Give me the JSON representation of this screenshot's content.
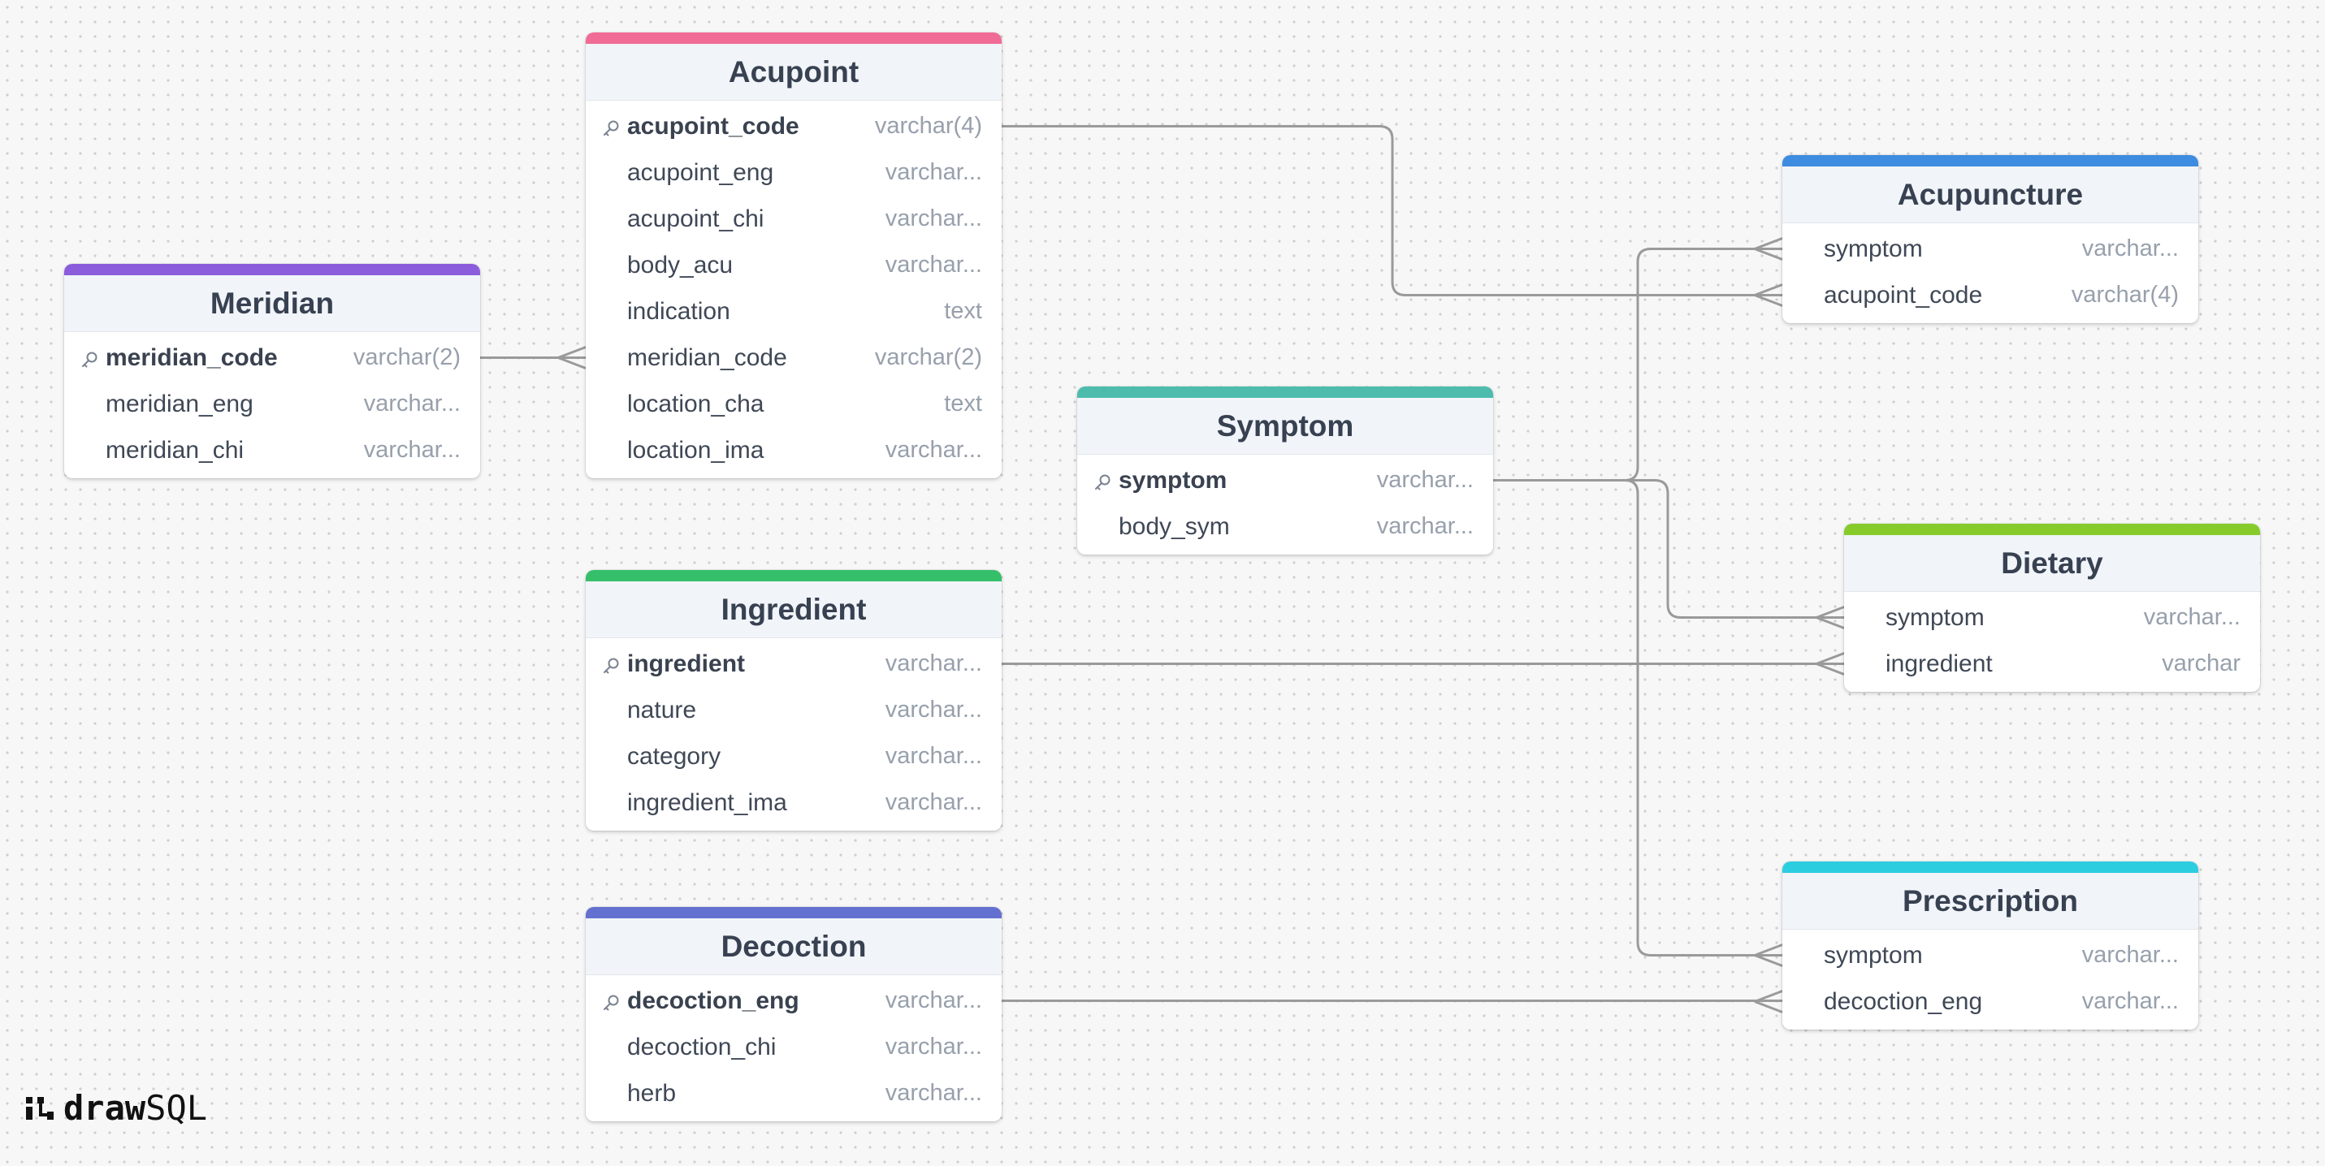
{
  "brand": {
    "name_bold": "draw",
    "name_light": "SQL"
  },
  "tables": {
    "meridian": {
      "title": "Meridian",
      "color": "#8b5cdc",
      "columns": [
        {
          "name": "meridian_code",
          "type": "varchar(2)",
          "pk": true
        },
        {
          "name": "meridian_eng",
          "type": "varchar...",
          "pk": false
        },
        {
          "name": "meridian_chi",
          "type": "varchar...",
          "pk": false
        }
      ]
    },
    "acupoint": {
      "title": "Acupoint",
      "color": "#f06b95",
      "columns": [
        {
          "name": "acupoint_code",
          "type": "varchar(4)",
          "pk": true
        },
        {
          "name": "acupoint_eng",
          "type": "varchar...",
          "pk": false
        },
        {
          "name": "acupoint_chi",
          "type": "varchar...",
          "pk": false
        },
        {
          "name": "body_acu",
          "type": "varchar...",
          "pk": false
        },
        {
          "name": "indication",
          "type": "text",
          "pk": false
        },
        {
          "name": "meridian_code",
          "type": "varchar(2)",
          "pk": false
        },
        {
          "name": "location_cha",
          "type": "text",
          "pk": false
        },
        {
          "name": "location_ima",
          "type": "varchar...",
          "pk": false
        }
      ]
    },
    "ingredient": {
      "title": "Ingredient",
      "color": "#36bf6a",
      "columns": [
        {
          "name": "ingredient",
          "type": "varchar...",
          "pk": true
        },
        {
          "name": "nature",
          "type": "varchar...",
          "pk": false
        },
        {
          "name": "category",
          "type": "varchar...",
          "pk": false
        },
        {
          "name": "ingredient_ima",
          "type": "varchar...",
          "pk": false
        }
      ]
    },
    "decoction": {
      "title": "Decoction",
      "color": "#6470d0",
      "columns": [
        {
          "name": "decoction_eng",
          "type": "varchar...",
          "pk": true
        },
        {
          "name": "decoction_chi",
          "type": "varchar...",
          "pk": false
        },
        {
          "name": "herb",
          "type": "varchar...",
          "pk": false
        }
      ]
    },
    "symptom": {
      "title": "Symptom",
      "color": "#4dbcad",
      "columns": [
        {
          "name": "symptom",
          "type": "varchar...",
          "pk": true
        },
        {
          "name": "body_sym",
          "type": "varchar...",
          "pk": false
        }
      ]
    },
    "acupuncture": {
      "title": "Acupuncture",
      "color": "#3d8ce0",
      "columns": [
        {
          "name": "symptom",
          "type": "varchar...",
          "pk": false
        },
        {
          "name": "acupoint_code",
          "type": "varchar(4)",
          "pk": false
        }
      ]
    },
    "dietary": {
      "title": "Dietary",
      "color": "#86cb2a",
      "columns": [
        {
          "name": "symptom",
          "type": "varchar...",
          "pk": false
        },
        {
          "name": "ingredient",
          "type": "varchar",
          "pk": false
        }
      ]
    },
    "prescription": {
      "title": "Prescription",
      "color": "#2dcde0",
      "columns": [
        {
          "name": "symptom",
          "type": "varchar...",
          "pk": false
        },
        {
          "name": "decoction_eng",
          "type": "varchar...",
          "pk": false
        }
      ]
    }
  },
  "relationships": [
    {
      "from": "meridian.meridian_code",
      "to": "acupoint.meridian_code"
    },
    {
      "from": "acupoint.acupoint_code",
      "to": "acupuncture.acupoint_code"
    },
    {
      "from": "symptom.symptom",
      "to": "acupuncture.symptom"
    },
    {
      "from": "symptom.symptom",
      "to": "dietary.symptom"
    },
    {
      "from": "ingredient.ingredient",
      "to": "dietary.ingredient"
    },
    {
      "from": "symptom.symptom",
      "to": "prescription.symptom"
    },
    {
      "from": "decoction.decoction_eng",
      "to": "prescription.decoction_eng"
    }
  ]
}
